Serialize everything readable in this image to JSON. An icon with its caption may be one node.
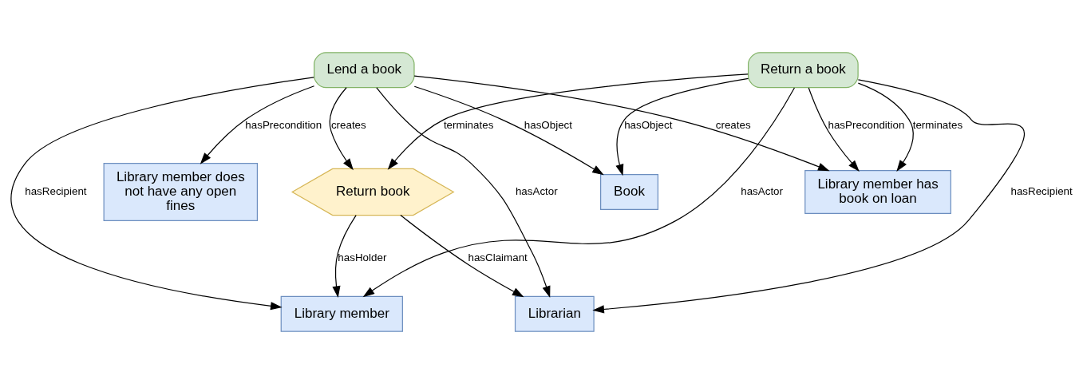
{
  "diagram": {
    "nodes": [
      {
        "text": [
          "Library member does not have any open fines"
        ]
      },
      {
        "text": [
          "Lend a book"
        ]
      },
      {
        "text": [
          "Return book"
        ]
      },
      {
        "text": [
          "Library member"
        ]
      },
      {
        "text": [
          "Book"
        ]
      },
      {
        "text": [
          "Librarian"
        ]
      },
      {
        "text": [
          "Library member has book on loan"
        ]
      },
      {
        "text": [
          "Return a book"
        ]
      }
    ],
    "edges": [
      {
        "from": 1,
        "to": 0,
        "arrow": "to",
        "label": "hasPrecondition"
      },
      {
        "from": 1,
        "to": 2,
        "arrow": "to",
        "label": "creates"
      },
      {
        "from": 1,
        "to": 6,
        "arrow": "to",
        "label": "creates"
      },
      {
        "from": 1,
        "to": 3,
        "arrow": "to",
        "label": "hasRecipient"
      },
      {
        "from": 1,
        "to": 4,
        "arrow": "to",
        "label": "hasObject"
      },
      {
        "from": 1,
        "to": 5,
        "arrow": "to",
        "label": "hasActor"
      },
      {
        "from": 2,
        "to": 5,
        "arrow": "to",
        "label": "hasClaimant"
      },
      {
        "from": 2,
        "to": 3,
        "arrow": "to",
        "label": "hasHolder"
      },
      {
        "from": 7,
        "to": 3,
        "arrow": "to",
        "label": "hasActor"
      },
      {
        "from": 7,
        "to": 4,
        "arrow": "to",
        "label": "hasObject"
      },
      {
        "from": 7,
        "to": 5,
        "arrow": "to",
        "label": "hasRecipient"
      },
      {
        "from": 7,
        "to": 6,
        "arrow": "to",
        "label": "hasPrecondition"
      },
      {
        "from": 7,
        "to": 6,
        "arrow": "to",
        "label": "terminates"
      },
      {
        "from": 7,
        "to": 2,
        "arrow": "to",
        "label": "terminates"
      }
    ]
  }
}
